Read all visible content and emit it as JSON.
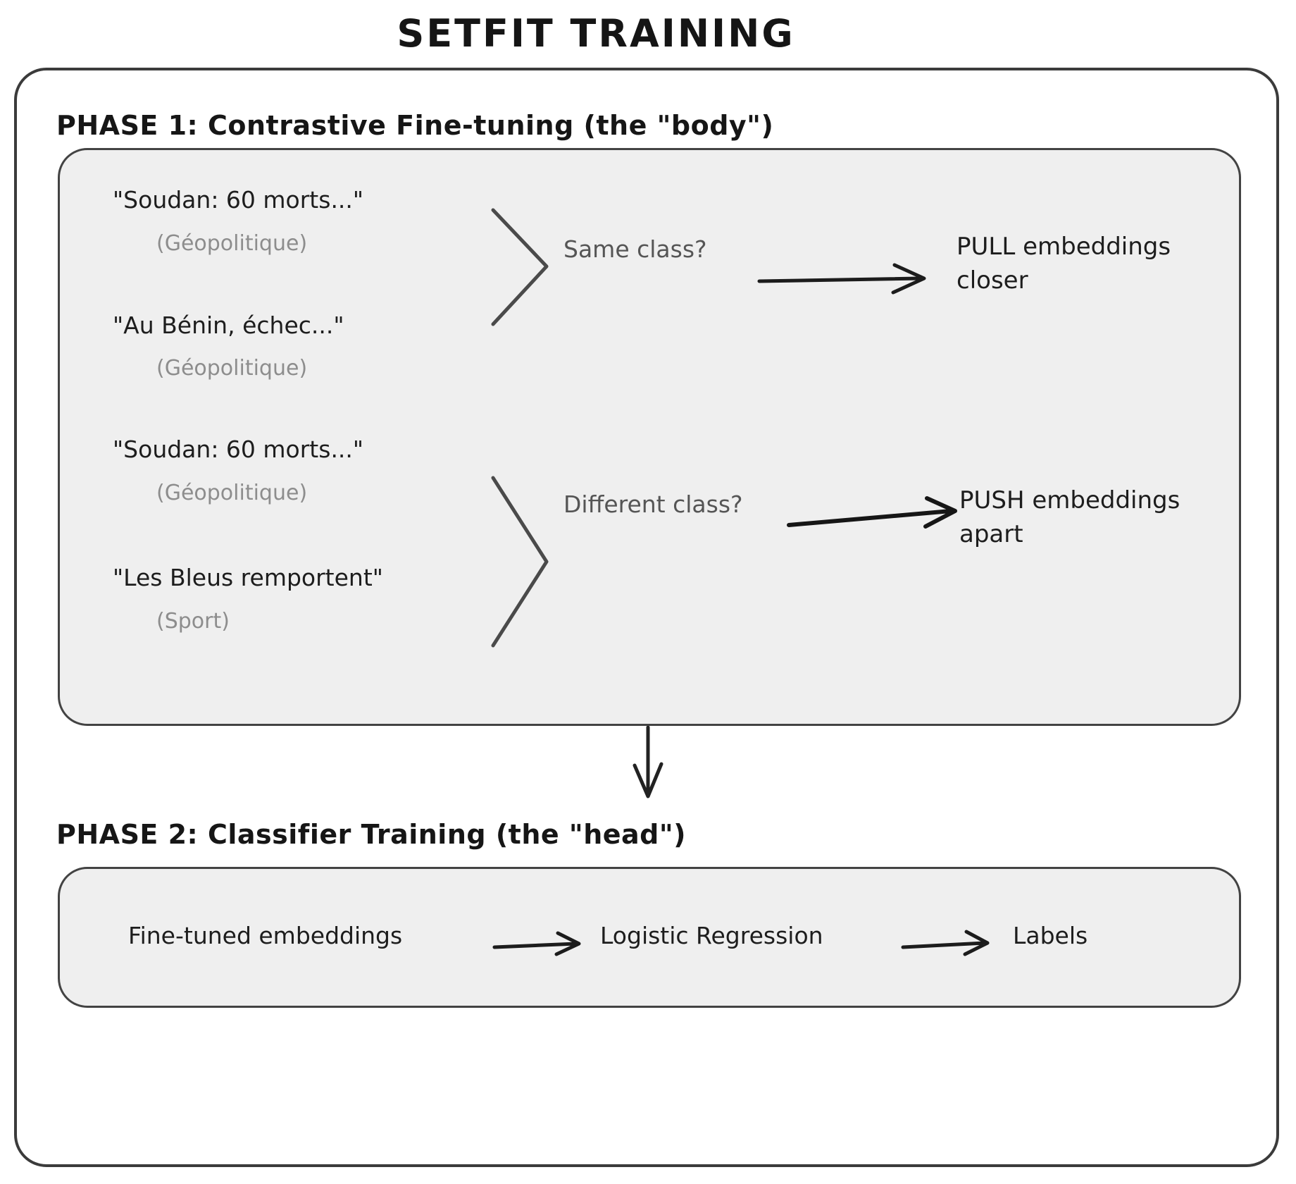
{
  "title": "SETFIT TRAINING",
  "colors": {
    "panel_fill": "#efefef",
    "outline": "#3b3b3b",
    "primary_text": "#1d1d1d",
    "secondary_text": "#8d8d8d",
    "question_text": "#555555"
  },
  "phase1": {
    "heading": "PHASE 1: Contrastive Fine-tuning (the \"body\")",
    "pairs": [
      {
        "doc1": {
          "text": "\"Soudan: 60 morts...\"",
          "category": "(Géopolitique)"
        },
        "doc2": {
          "text": "\"Au Bénin, échec...\"",
          "category": "(Géopolitique)"
        },
        "question": "Same class?",
        "action": "PULL embeddings closer"
      },
      {
        "doc1": {
          "text": "\"Soudan: 60 morts...\"",
          "category": "(Géopolitique)"
        },
        "doc2": {
          "text": "\"Les Bleus remportent\"",
          "category": "(Sport)"
        },
        "question": "Different class?",
        "action": "PUSH embeddings apart"
      }
    ]
  },
  "phase2": {
    "heading": "PHASE 2: Classifier Training (the \"head\")",
    "flow": [
      "Fine-tuned embeddings",
      "Logistic Regression",
      "Labels"
    ]
  },
  "icons": [
    "chevron-right-icon",
    "arrow-right-icon",
    "arrow-down-icon"
  ]
}
